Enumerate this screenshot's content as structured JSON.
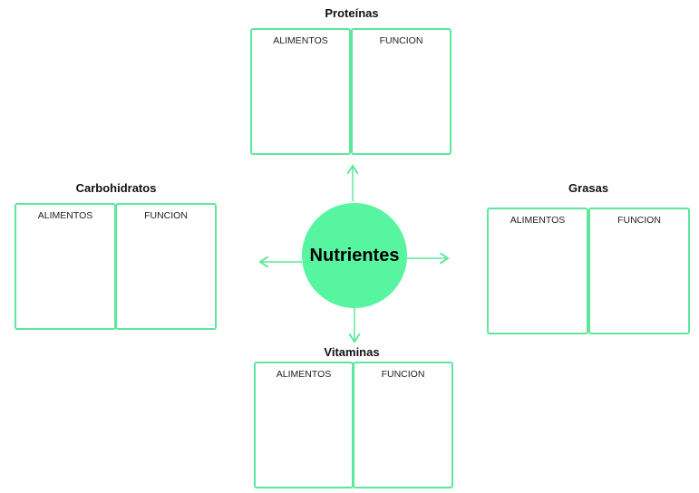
{
  "center": {
    "label": "Nutrientes"
  },
  "groups": [
    {
      "title": "Proteínas",
      "col1": "ALIMENTOS",
      "col2": "FUNCION"
    },
    {
      "title": "Carbohidratos",
      "col1": "ALIMENTOS",
      "col2": "FUNCION"
    },
    {
      "title": "Grasas",
      "col1": "ALIMENTOS",
      "col2": "FUNCION"
    },
    {
      "title": "Vitaminas",
      "col1": "ALIMENTOS",
      "col2": "FUNCION"
    }
  ],
  "colors": {
    "accent": "#57f59f",
    "border": "#5be89a"
  }
}
